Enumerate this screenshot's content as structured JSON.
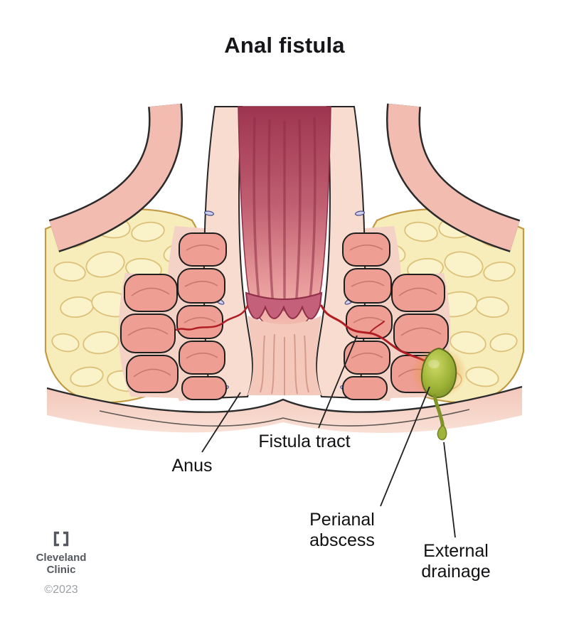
{
  "title": "Anal fistula",
  "labels": {
    "anus": "Anus",
    "fistula_tract": "Fistula tract",
    "perianal_abscess": "Perianal abscess",
    "external_drainage": "External drainage"
  },
  "footer": {
    "brand_line1": "Cleveland",
    "brand_line2": "Clinic",
    "copyright": "©2023"
  },
  "icons": {
    "brand_logo": "cleveland-clinic-square-logo"
  },
  "colors": {
    "background": "#ffffff",
    "title_text": "#15151a",
    "label_text": "#111114",
    "leader_line": "#231f20",
    "mucosa_deep": "#9e3550",
    "mucosa_light": "#f6d5c9",
    "muscle": "#ee9e93",
    "muscle_outline": "#1f1f1f",
    "fat": "#f7edbb",
    "fat_outline": "#c39b45",
    "fistula_tract": "#b01e23",
    "abscess_green": "#9cb236",
    "abscess_glow_orange": "#eb963c",
    "brand_text": "#55595f",
    "copyright_text": "#9ca0a5"
  }
}
